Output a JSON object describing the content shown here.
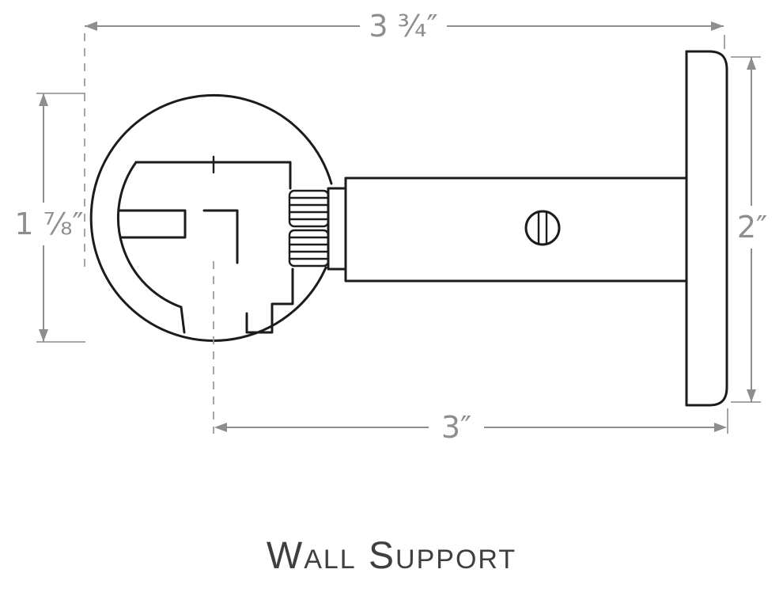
{
  "title": "Wall Support",
  "dimensions": {
    "top": {
      "label": "3 ¾″"
    },
    "left": {
      "label": "1 ⅞″"
    },
    "right": {
      "label": "2″"
    },
    "bottom": {
      "label": "3″"
    }
  },
  "colors": {
    "outline": "#1c1c1c",
    "dimension": "#8e8e8e",
    "title": "#3f3f3f",
    "background": "#ffffff"
  }
}
